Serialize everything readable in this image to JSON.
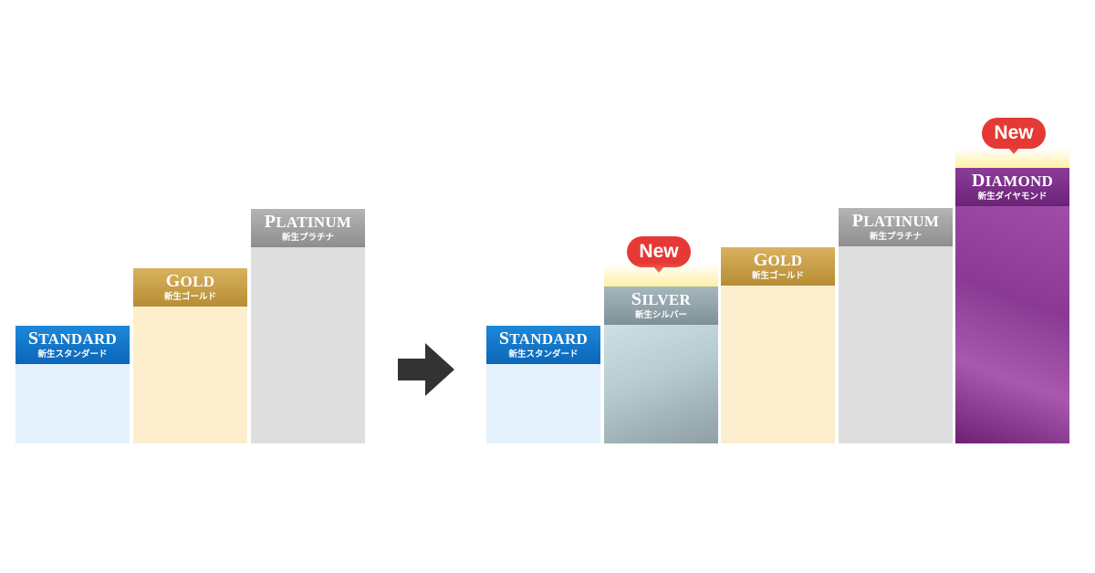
{
  "before": {
    "tiers": [
      {
        "cap": "S",
        "rest": "TANDARD",
        "jp": "新生スタンダード"
      },
      {
        "cap": "G",
        "rest": "OLD",
        "jp": "新生ゴールド"
      },
      {
        "cap": "P",
        "rest": "LATINUM",
        "jp": "新生プラチナ"
      }
    ]
  },
  "after": {
    "tiers": [
      {
        "cap": "S",
        "rest": "TANDARD",
        "jp": "新生スタンダード"
      },
      {
        "cap": "S",
        "rest": "ILVER",
        "jp": "新生シルバー",
        "badge": "New"
      },
      {
        "cap": "G",
        "rest": "OLD",
        "jp": "新生ゴールド"
      },
      {
        "cap": "P",
        "rest": "LATINUM",
        "jp": "新生プラチナ"
      },
      {
        "cap": "D",
        "rest": "IAMOND",
        "jp": "新生ダイヤモンド",
        "badge": "New"
      }
    ]
  },
  "colors": {
    "standard": "#0b66b8",
    "gold": "#b78c35",
    "platinum": "#8e8e8e",
    "silver": "#7f9198",
    "diamond": "#6b2378",
    "badge": "#e53935",
    "arrow": "#333333"
  },
  "icons": {
    "transition": "arrow-right-icon"
  }
}
